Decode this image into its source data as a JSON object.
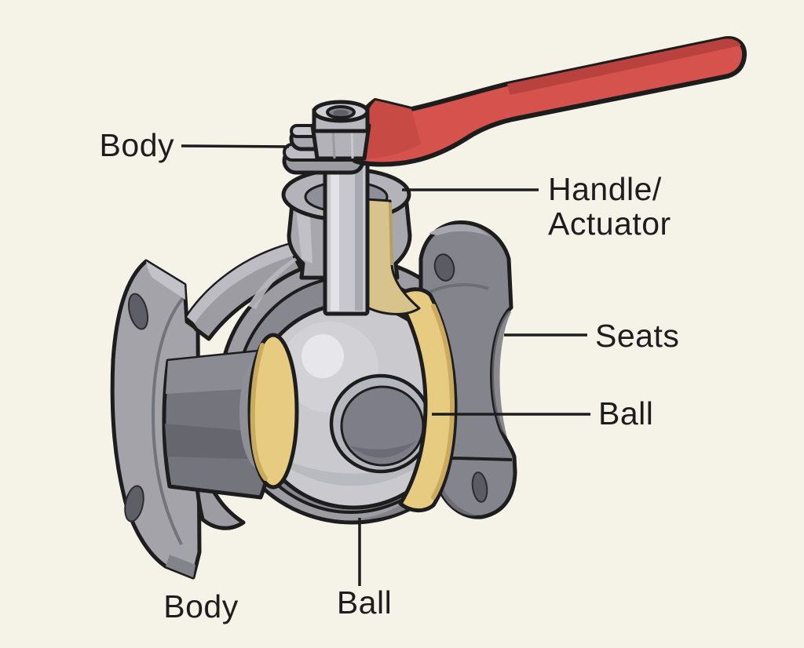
{
  "labels": {
    "body_top": "Body",
    "handle_actuator_line1": "Handle/",
    "handle_actuator_line2": "Actuator",
    "seats": "Seats",
    "ball_side": "Ball",
    "body_bottom": "Body",
    "ball_bottom": "Ball"
  },
  "colors": {
    "background": "#f5f2e8",
    "outline": "#1d1d1d",
    "label_text": "#1d1d1d",
    "handle_red": "#d5534c",
    "handle_red_dark": "#ba423e",
    "handle_red_facet": "#c74a44",
    "body_gray": "#9c9ca2",
    "body_gray_light": "#bcbcc2",
    "flange_dark": "#84848c",
    "cavity_gray": "#87878f",
    "bore_dark": "#74747c",
    "seat_yellow": "#e7cb80",
    "seat_yellow_dark": "#c9aa5e",
    "ball_gray": "#cacace",
    "stem_gray": "#c7c7cd",
    "packing_tan": "#d9c38c"
  }
}
